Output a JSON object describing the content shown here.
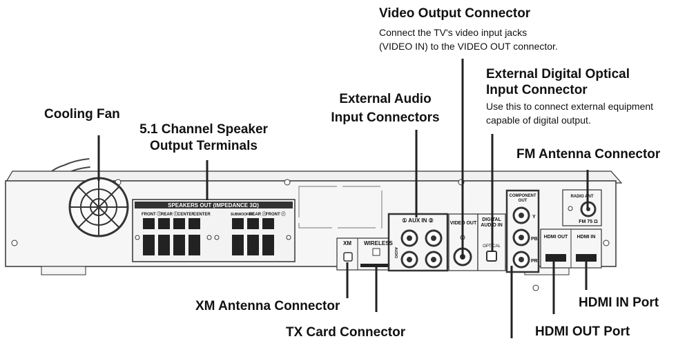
{
  "callouts": {
    "video_output": {
      "title": "Video Output Connector",
      "desc_line1": "Connect the TV's video input jacks",
      "desc_line2": "(VIDEO IN) to the VIDEO OUT connector."
    },
    "digital_optical": {
      "title_line1": "External Digital Optical",
      "title_line2": "Input Connector",
      "desc_line1": "Use this to connect external equipment",
      "desc_line2": "capable of digital output."
    },
    "external_audio": {
      "title_line1": "External Audio",
      "title_line2": "Input Connectors"
    },
    "cooling_fan": {
      "title": "Cooling Fan"
    },
    "speaker_terminals": {
      "title_line1": "5.1 Channel Speaker",
      "title_line2": "Output Terminals"
    },
    "fm_antenna": {
      "title": "FM Antenna Connector"
    },
    "xm_antenna": {
      "title": "XM Antenna Connector"
    },
    "tx_card": {
      "title": "TX Card Connector"
    },
    "hdmi_in": {
      "title": "HDMI IN Port"
    },
    "hdmi_out": {
      "title": "HDMI OUT Port"
    }
  },
  "panel_labels": {
    "speakers_out": "SPEAKERS OUT (IMPEDANCE 3Ω)",
    "front_l": "FRONT ⓛ",
    "rear_l": "REAR ⓛ",
    "center1": "CENTER",
    "center2": "CENTER",
    "subwoofer": "SUBWOOFER",
    "rear_r": "REAR ⓡ",
    "front_r": "FRONT ⓡ",
    "xm": "XM",
    "wireless": "WIRELESS",
    "aux_in": "① AUX IN ②",
    "audio": "AUDIO",
    "video_out": "VIDEO OUT",
    "digital_audio_in_1": "DIGITAL",
    "digital_audio_in_2": "AUDIO IN",
    "optical": "OPTICAL",
    "component_out_1": "COMPONENT",
    "component_out_2": "OUT",
    "y": "Y",
    "pb": "PB",
    "pr": "PR",
    "hdmi_out": "HDMI OUT",
    "hdmi_in": "HDMI IN",
    "radio_ant": "RADIO ANT",
    "fm75": "FM 75 Ω"
  }
}
